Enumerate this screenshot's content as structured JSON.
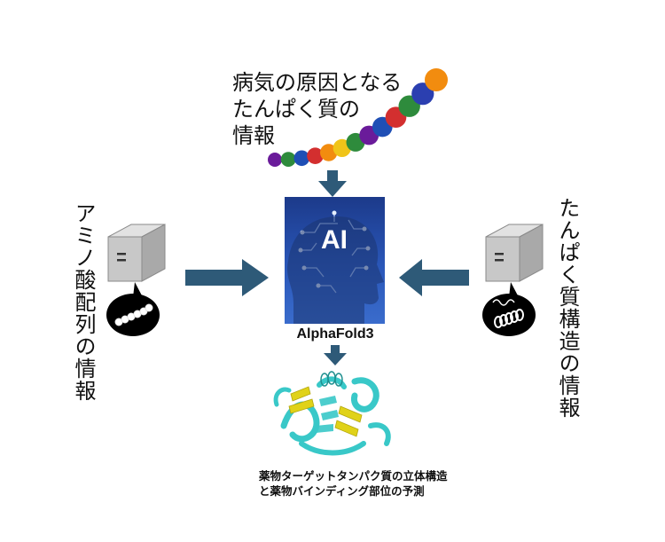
{
  "top_caption": {
    "line1": "病気の原因となる",
    "line2": "たんぱく質の",
    "line3": "情報"
  },
  "left_caption": "アミノ酸配列の情報",
  "right_caption": "たんぱく質構造の情報",
  "ai_box": {
    "label": "AI",
    "name": "AlphaFold3"
  },
  "bottom_caption": {
    "line1": "薬物ターゲットタンパク質の立体構造",
    "line2": "と薬物バインディング部位の予測"
  },
  "colors": {
    "arrow": "#2e5a78",
    "ai_bg": "#2a57b9",
    "server_box": "#c8c8c8",
    "protein_helix": "#39c8c8",
    "protein_sheet": "#e0d218"
  },
  "bead_colors": [
    "#6a1b9a",
    "#2e8b3c",
    "#1f4fb5",
    "#d32f2f",
    "#f28c0f",
    "#f0c419",
    "#2e8b3c",
    "#6a1b9a",
    "#1f4fb5",
    "#d32f2f",
    "#2e8b3c",
    "#2b3fb0",
    "#f28c0f"
  ]
}
